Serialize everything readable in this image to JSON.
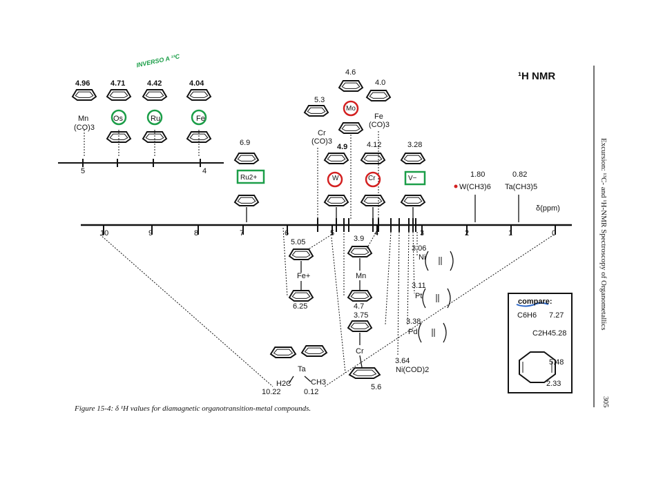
{
  "header": {
    "nmr_label": "¹H NMR",
    "note": "INVERSO A ¹³C",
    "axis_unit": "δ(ppm)"
  },
  "margin_text": "Excursion: ¹³C- and ¹H-NMR Spectroscopy of Organometallics",
  "page_number": "305",
  "figure_caption": "Figure 15-4: δ ¹H values for diamagnetic organotransition-metal compounds.",
  "upper_scale": {
    "ticks": [
      "5",
      "4"
    ],
    "compounds": [
      {
        "value": "4.96",
        "metal": "Mn",
        "ligand": "(CO)3"
      },
      {
        "value": "4.71",
        "metal": "Os"
      },
      {
        "value": "4.42",
        "metal": "Ru"
      },
      {
        "value": "4.04",
        "metal": "Fe"
      }
    ]
  },
  "main_axis": {
    "ticks": [
      "10",
      "9",
      "8",
      "7",
      "6",
      "5",
      "4",
      "3",
      "2",
      "1",
      "0"
    ]
  },
  "above_axis": [
    {
      "value": "6.9",
      "metal": "Ru2+"
    },
    {
      "value": "5.3",
      "metal": "Cr",
      "ligand": "(CO)3"
    },
    {
      "value": "4.6",
      "metal": "Mo"
    },
    {
      "value": "4.0",
      "metal": "Fe",
      "ligand": "(CO)3"
    },
    {
      "value": "4.9",
      "metal": "W"
    },
    {
      "value": "4.12",
      "metal": "Cr"
    },
    {
      "value": "3.28",
      "metal": "V−"
    },
    {
      "value": "1.80",
      "label": "W(CH3)6"
    },
    {
      "value": "0.82",
      "label": "Ta(CH3)5"
    }
  ],
  "below_axis": [
    {
      "value": "5.05",
      "metal": "Fe+",
      "value2": "6.25"
    },
    {
      "value": "3.9",
      "metal": "Mn",
      "value2": "4.7"
    },
    {
      "value": "3.75",
      "metal": "Cr",
      "value2": "5.6"
    },
    {
      "value": "3.06",
      "metal": "Ni"
    },
    {
      "value": "3.11",
      "metal": "Pt"
    },
    {
      "value": "3.38",
      "metal": "Pd"
    },
    {
      "value": "3.64",
      "label": "Ni(COD)2"
    },
    {
      "metal": "Ta",
      "left_group": "H2C",
      "right_group": "CH3",
      "value_left": "10.22",
      "value_right": "0.12"
    }
  ],
  "compare_box": {
    "title": "compare:",
    "rows": [
      {
        "label": "C6H6",
        "value": "7.27"
      },
      {
        "label": "C2H4",
        "value": "5.28"
      }
    ],
    "cod_values": [
      "5.48",
      "2.33"
    ]
  },
  "colors": {
    "red": "#d32020",
    "green": "#1b9e48",
    "blue": "#2a66c8",
    "ink": "#111111"
  }
}
